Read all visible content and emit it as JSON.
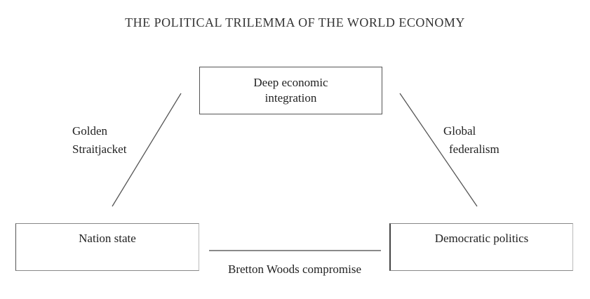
{
  "title": "THE POLITICAL TRILEMMA OF THE WORLD ECONOMY",
  "nodes": {
    "top": {
      "line1": "Deep economic",
      "line2": "integration"
    },
    "left": {
      "label": "Nation state"
    },
    "right": {
      "label": "Democratic politics"
    }
  },
  "edges": {
    "left": {
      "line1": "Golden",
      "line2": "Straitjacket"
    },
    "right": {
      "line1": "Global",
      "line2": "federalism"
    },
    "bottom": {
      "label": "Bretton Woods compromise"
    }
  }
}
